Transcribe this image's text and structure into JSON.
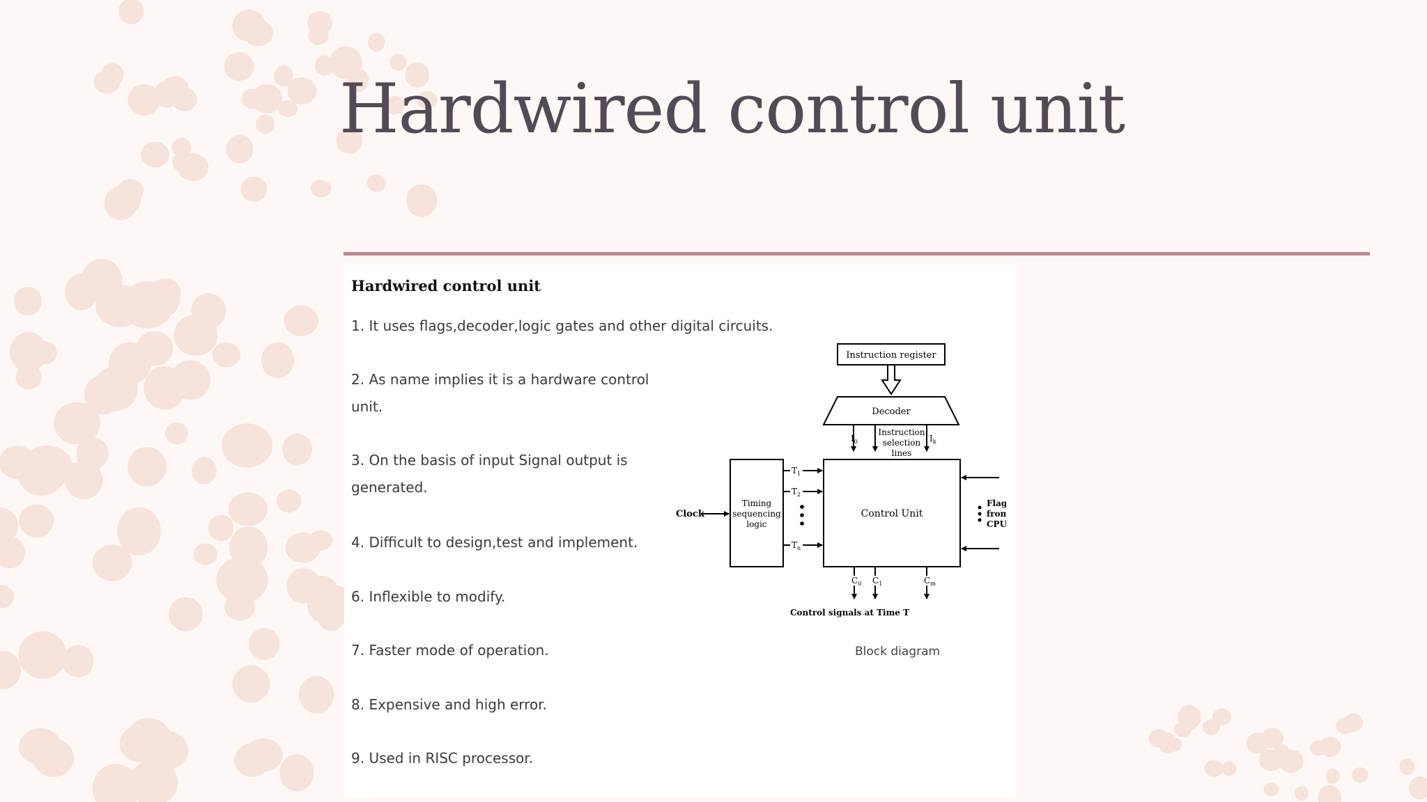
{
  "slide": {
    "title": "Hardwired control unit"
  },
  "content": {
    "heading": "Hardwired control unit",
    "points": [
      "1. It uses flags,decoder,logic  gates and other digital circuits.",
      "2. As name implies it is a hardware control unit.",
      "3. On the basis of input Signal output is generated.",
      "4. Difficult to design,test and implement.",
      "6. Inflexible to modify.",
      "7. Faster mode of operation.",
      "8. Expensive and high error.",
      "9. Used in RISC processor."
    ]
  },
  "diagram": {
    "instruction_register": "Instruction register",
    "decoder": "Decoder",
    "selection_label": [
      "Instruction",
      "selection",
      "lines"
    ],
    "i_left": "I",
    "i_left_sub": "0",
    "i_right": "I",
    "i_right_sub": "k",
    "control_unit": "Control Unit",
    "timing_label": [
      "Timing",
      "sequencing",
      "logic"
    ],
    "clock": "Clock",
    "t_labels": [
      "T",
      "T",
      "T"
    ],
    "t_subs": [
      "1",
      "2",
      "n"
    ],
    "flags_label": [
      "Flags",
      "from",
      "CPU"
    ],
    "c_labels": [
      "C",
      "C",
      "C"
    ],
    "c_subs": [
      "0",
      "1",
      "m"
    ],
    "control_signals": "Control signals at Time T",
    "caption": "Block diagram"
  },
  "colors": {
    "background": "#fdf8f6",
    "dots": "#f6e3db",
    "rule": "#b88a8c",
    "title": "#534a55"
  }
}
